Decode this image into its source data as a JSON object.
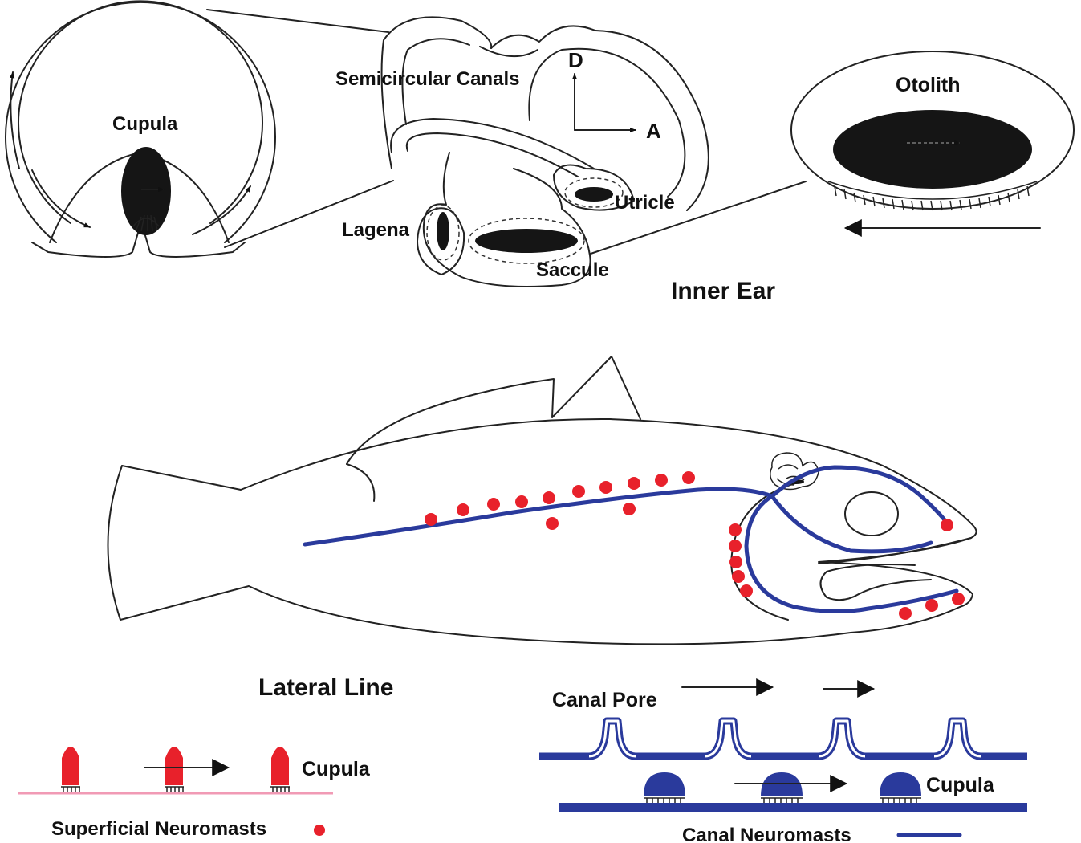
{
  "labels": {
    "cupula_canal": "Cupula",
    "semicircular_canals": "Semicircular Canals",
    "dir_d": "D",
    "dir_a": "A",
    "otolith": "Otolith",
    "utricle": "Utricle",
    "lagena": "Lagena",
    "saccule": "Saccule",
    "inner_ear": "Inner Ear",
    "lateral_line": "Lateral Line",
    "canal_pore": "Canal Pore",
    "cupula_superficial": "Cupula",
    "cupula_canal_neuromast": "Cupula",
    "superficial_neuromasts": "Superficial Neuromasts",
    "canal_neuromasts": "Canal Neuromasts"
  },
  "colors": {
    "neuromast_red": "#e8212b",
    "canal_blue": "#2a3a9c",
    "baseline_pink": "#f19ab5",
    "outline": "#222222",
    "fill_dark": "#151515"
  }
}
